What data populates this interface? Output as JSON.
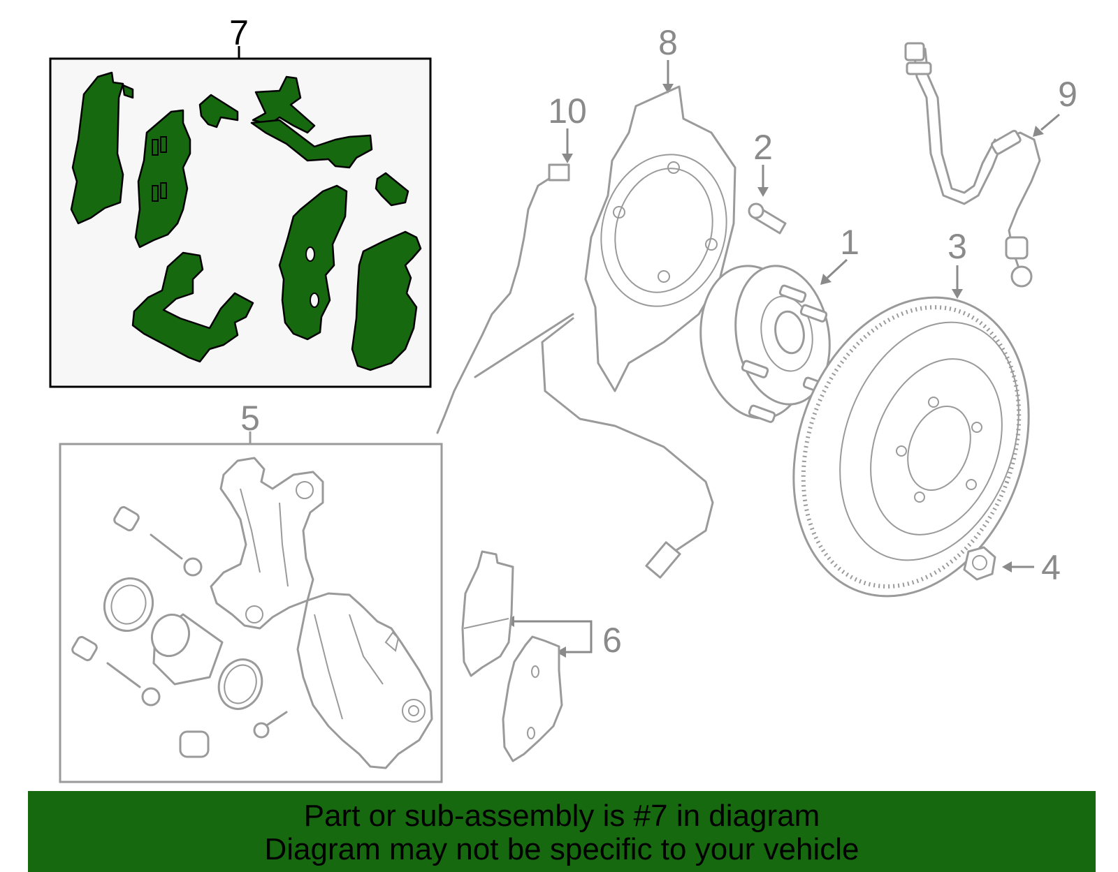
{
  "callouts": {
    "c1": "1",
    "c2": "2",
    "c3": "3",
    "c4": "4",
    "c5": "5",
    "c6": "6",
    "c7": "7",
    "c8": "8",
    "c9": "9",
    "c10": "10"
  },
  "highlighted_part": "7",
  "colors": {
    "highlight": "#17690f",
    "line_art": "#9a9a9a",
    "box_7_border": "#000000",
    "box_5_border": "#9a9a9a"
  },
  "banner": {
    "line1": "Part or sub-assembly is #7 in diagram",
    "line2": "Diagram may not be specific to your vehicle"
  }
}
